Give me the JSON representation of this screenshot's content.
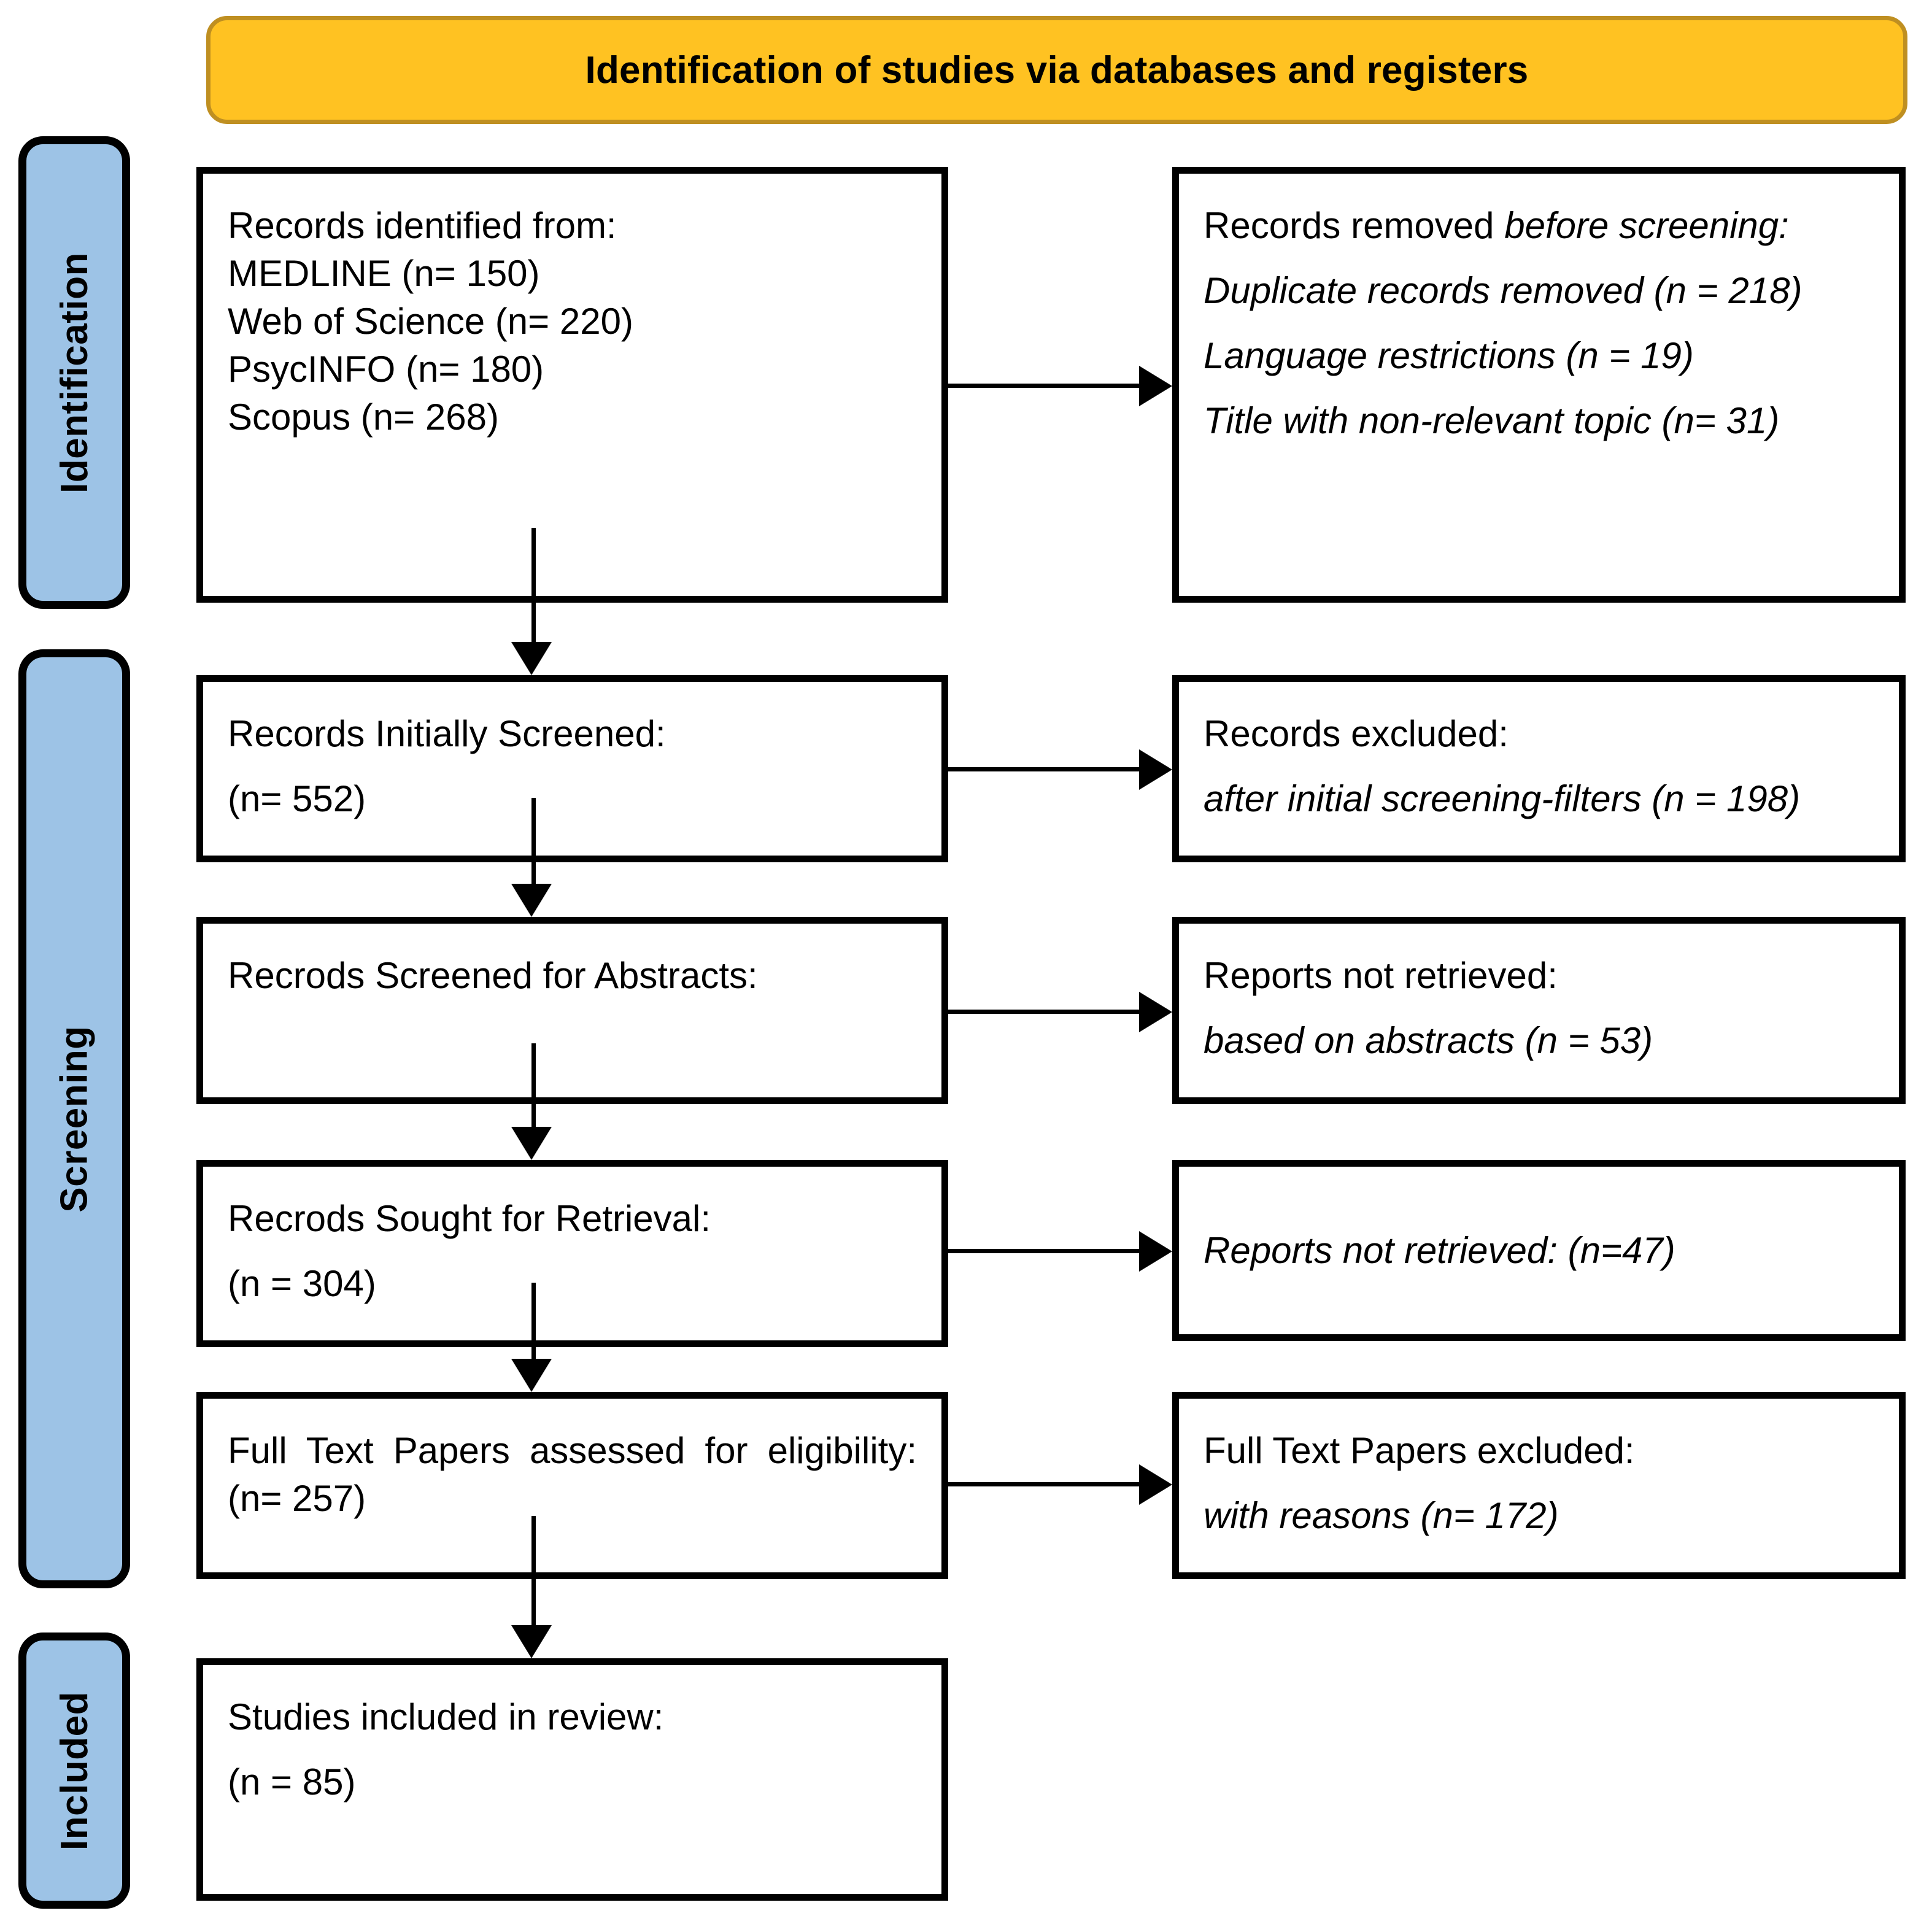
{
  "title": {
    "text": "Identification of studies via databases and registers",
    "background_color": "#FFC222",
    "border_color": "#BF8F21"
  },
  "stages": [
    {
      "id": "identification",
      "label": "Identification",
      "color": "#9DC3E6"
    },
    {
      "id": "screening",
      "label": "Screening",
      "color": "#9DC3E6"
    },
    {
      "id": "included",
      "label": "Included",
      "color": "#9DC3E6"
    }
  ],
  "boxes": {
    "identified": {
      "line1": "Records identified from:",
      "line2": "MEDLINE (n= 150)",
      "line3": "Web of Science (n= 220)",
      "line4": "PsycINFO (n= 180)",
      "line5": "Scopus (n= 268)"
    },
    "removed": {
      "heading_normal": "Records removed ",
      "heading_italic": "before screening:",
      "line1": "Duplicate records removed (n = 218)",
      "line2": "Language restrictions (n = 19)",
      "line3": "Title with non-relevant topic (n= 31)"
    },
    "screened": {
      "line1": "Records Initially Screened:",
      "line2": "(n= 552)"
    },
    "excluded": {
      "line1": "Records excluded:",
      "line2": "after initial screening-filters (n = 198)"
    },
    "abstracts": {
      "line1": "Recrods Screened for Abstracts:"
    },
    "not_retrieved": {
      "line1": "Reports not retrieved:",
      "line2": "based on abstracts (n = 53)"
    },
    "sought": {
      "line1": "Recrods Sought for Retrieval:",
      "line2": "(n = 304)"
    },
    "not_retrieved_2": {
      "line1": "Reports not retrieved: (n=47)"
    },
    "fulltext": {
      "line1": "Full Text Papers assessed for eligibility: (n= 257)"
    },
    "fulltext_excluded": {
      "line1": "Full Text Papers excluded:",
      "line2": "with reasons (n= 172)"
    },
    "included": {
      "line1": "Studies included in review:",
      "line2": "(n = 85)"
    }
  }
}
